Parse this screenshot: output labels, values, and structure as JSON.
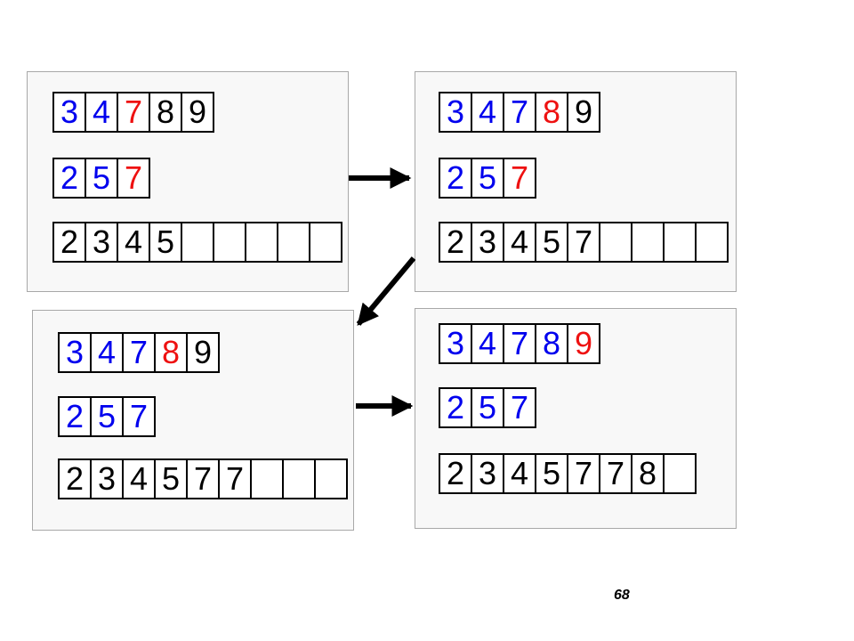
{
  "colors": {
    "blue": "#0000ee",
    "red": "#ee1111",
    "black": "#000000"
  },
  "panels": [
    {
      "a": [
        {
          "v": "3",
          "c": "blue"
        },
        {
          "v": "4",
          "c": "blue"
        },
        {
          "v": "7",
          "c": "red"
        },
        {
          "v": "8",
          "c": "black"
        },
        {
          "v": "9",
          "c": "black"
        }
      ],
      "b": [
        {
          "v": "2",
          "c": "blue"
        },
        {
          "v": "5",
          "c": "blue"
        },
        {
          "v": "7",
          "c": "red"
        }
      ],
      "out": [
        "2",
        "3",
        "4",
        "5",
        "",
        "",
        "",
        "",
        ""
      ]
    },
    {
      "a": [
        {
          "v": "3",
          "c": "blue"
        },
        {
          "v": "4",
          "c": "blue"
        },
        {
          "v": "7",
          "c": "blue"
        },
        {
          "v": "8",
          "c": "red"
        },
        {
          "v": "9",
          "c": "black"
        }
      ],
      "b": [
        {
          "v": "2",
          "c": "blue"
        },
        {
          "v": "5",
          "c": "blue"
        },
        {
          "v": "7",
          "c": "red"
        }
      ],
      "out": [
        "2",
        "3",
        "4",
        "5",
        "7",
        "",
        "",
        "",
        ""
      ]
    },
    {
      "a": [
        {
          "v": "3",
          "c": "blue"
        },
        {
          "v": "4",
          "c": "blue"
        },
        {
          "v": "7",
          "c": "blue"
        },
        {
          "v": "8",
          "c": "red"
        },
        {
          "v": "9",
          "c": "black"
        }
      ],
      "b": [
        {
          "v": "2",
          "c": "blue"
        },
        {
          "v": "5",
          "c": "blue"
        },
        {
          "v": "7",
          "c": "blue"
        }
      ],
      "out": [
        "2",
        "3",
        "4",
        "5",
        "7",
        "7",
        "",
        "",
        ""
      ]
    },
    {
      "a": [
        {
          "v": "3",
          "c": "blue"
        },
        {
          "v": "4",
          "c": "blue"
        },
        {
          "v": "7",
          "c": "blue"
        },
        {
          "v": "8",
          "c": "blue"
        },
        {
          "v": "9",
          "c": "red"
        }
      ],
      "b": [
        {
          "v": "2",
          "c": "blue"
        },
        {
          "v": "5",
          "c": "blue"
        },
        {
          "v": "7",
          "c": "blue"
        }
      ],
      "out": [
        "2",
        "3",
        "4",
        "5",
        "7",
        "7",
        "8",
        ""
      ]
    }
  ],
  "page_number": "68"
}
